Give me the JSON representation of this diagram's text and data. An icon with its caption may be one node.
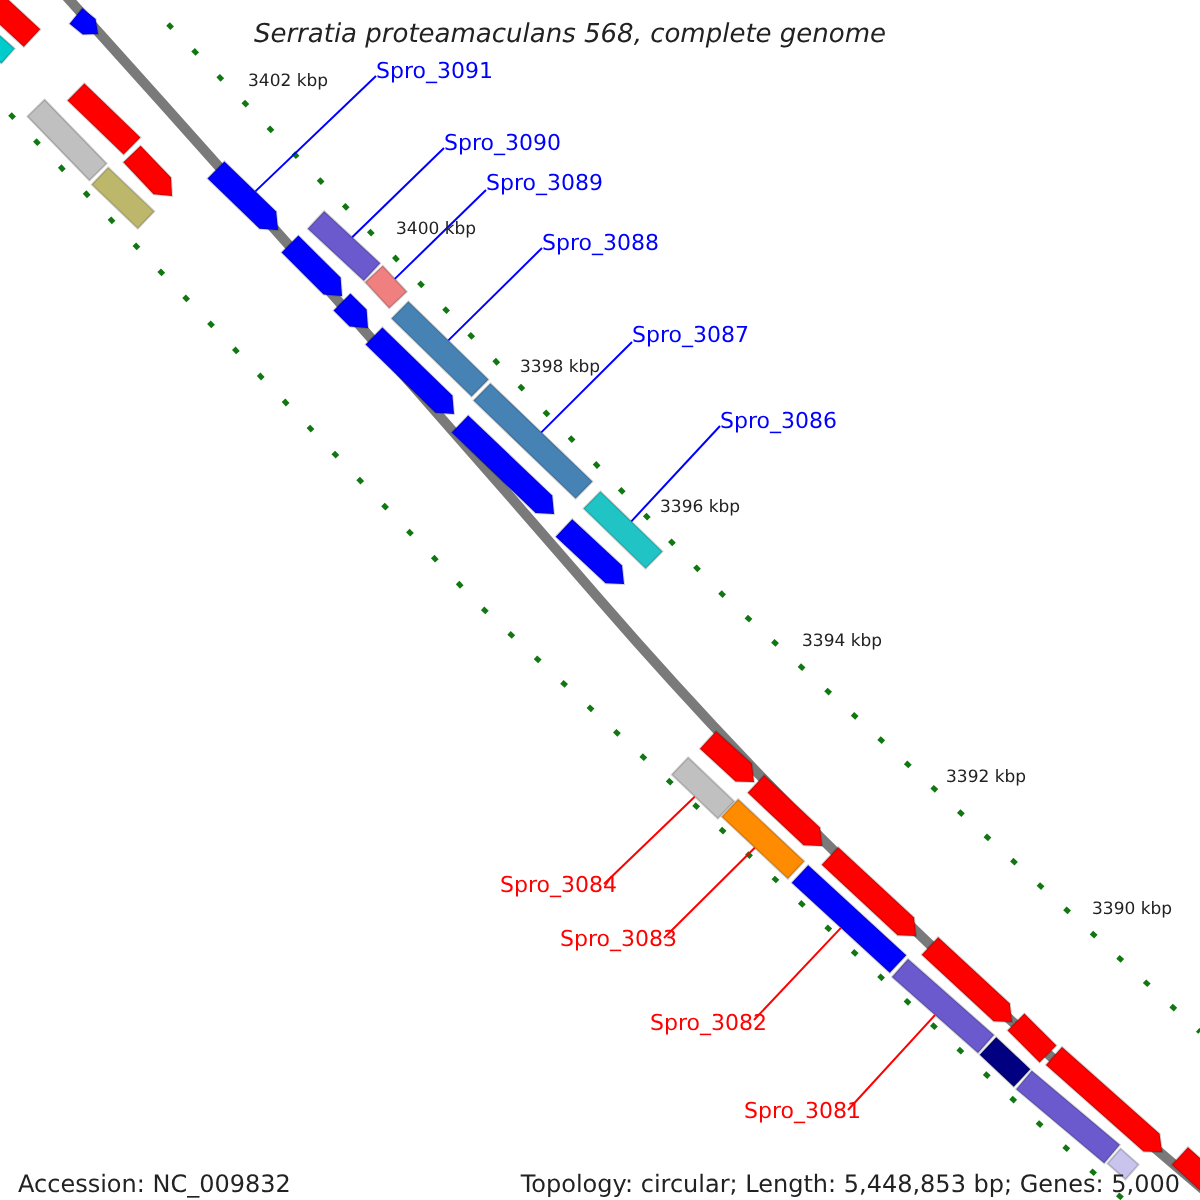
{
  "diagram": {
    "title": "Serratia proteamaculans 568, complete genome",
    "nodes": [
      {
        "text": [
          "Spro_3091"
        ]
      },
      {
        "text": [
          "Spro_3090"
        ]
      },
      {
        "text": [
          "Spro_3089"
        ]
      },
      {
        "text": [
          "Spro_3088"
        ]
      },
      {
        "text": [
          "Spro_3087"
        ]
      },
      {
        "text": [
          "Spro_3086"
        ]
      },
      {
        "text": [
          "Spro_3084"
        ]
      },
      {
        "text": [
          "Spro_3083"
        ]
      },
      {
        "text": [
          "Spro_3082"
        ]
      },
      {
        "text": [
          "Spro_3081"
        ]
      },
      {
        "text": [],
        "shape": "bar"
      },
      {
        "text": [],
        "shape": "arrow"
      },
      {
        "text": [],
        "shape": "bar"
      },
      {
        "text": [],
        "shape": "bar"
      },
      {
        "text": [],
        "shape": "bar"
      },
      {
        "text": [],
        "shape": "arrow"
      },
      {
        "text": [],
        "shape": "arrow"
      },
      {
        "text": [],
        "shape": "bar"
      },
      {
        "text": [],
        "shape": "bar"
      },
      {
        "text": [],
        "shape": "arrow"
      },
      {
        "text": [],
        "shape": "bar"
      },
      {
        "text": [],
        "shape": "arrow"
      },
      {
        "text": [],
        "shape": "bar"
      },
      {
        "text": [],
        "shape": "arrow"
      },
      {
        "text": [],
        "shape": "bar"
      },
      {
        "text": [],
        "shape": "arrow"
      },
      {
        "text": [],
        "shape": "bar"
      },
      {
        "text": [],
        "shape": "arrow"
      },
      {
        "text": [],
        "shape": "arrow"
      },
      {
        "text": [],
        "shape": "bar"
      },
      {
        "text": [],
        "shape": "arrow"
      },
      {
        "text": [],
        "shape": "bar"
      },
      {
        "text": [],
        "shape": "arrow"
      },
      {
        "text": [],
        "shape": "bar"
      },
      {
        "text": [],
        "shape": "arrow"
      },
      {
        "text": [],
        "shape": "bar"
      },
      {
        "text": [],
        "shape": "bar"
      },
      {
        "text": [],
        "shape": "bar"
      },
      {
        "text": [],
        "shape": "arrow"
      },
      {
        "text": [],
        "shape": "bar"
      },
      {
        "text": [],
        "shape": "bar"
      },
      {
        "text": [],
        "shape": "bar"
      }
    ],
    "edges": [
      {
        "from": 0,
        "to": 16,
        "arrow": "none"
      },
      {
        "from": 1,
        "to": 18,
        "arrow": "none"
      },
      {
        "from": 2,
        "to": 20,
        "arrow": "none"
      },
      {
        "from": 3,
        "to": 22,
        "arrow": "none"
      },
      {
        "from": 4,
        "to": 24,
        "arrow": "none"
      },
      {
        "from": 5,
        "to": 26,
        "arrow": "none"
      },
      {
        "from": 6,
        "to": 29,
        "arrow": "none",
        "color": "#ff0000"
      },
      {
        "from": 7,
        "to": 31,
        "arrow": "none",
        "color": "#ff0000"
      },
      {
        "from": 8,
        "to": 33,
        "arrow": "none",
        "color": "#ff0000"
      },
      {
        "from": 9,
        "to": 35,
        "arrow": "none",
        "color": "#ff0000"
      }
    ],
    "labels": [
      "3402 kbp",
      "3400 kbp",
      "3398 kbp",
      "3396 kbp",
      "3394 kbp",
      "3392 kbp",
      "3390 kbp",
      "Accession: NC_009832",
      "Topology: circular; Length: 5,448,853 bp; Genes: 5,000"
    ]
  }
}
